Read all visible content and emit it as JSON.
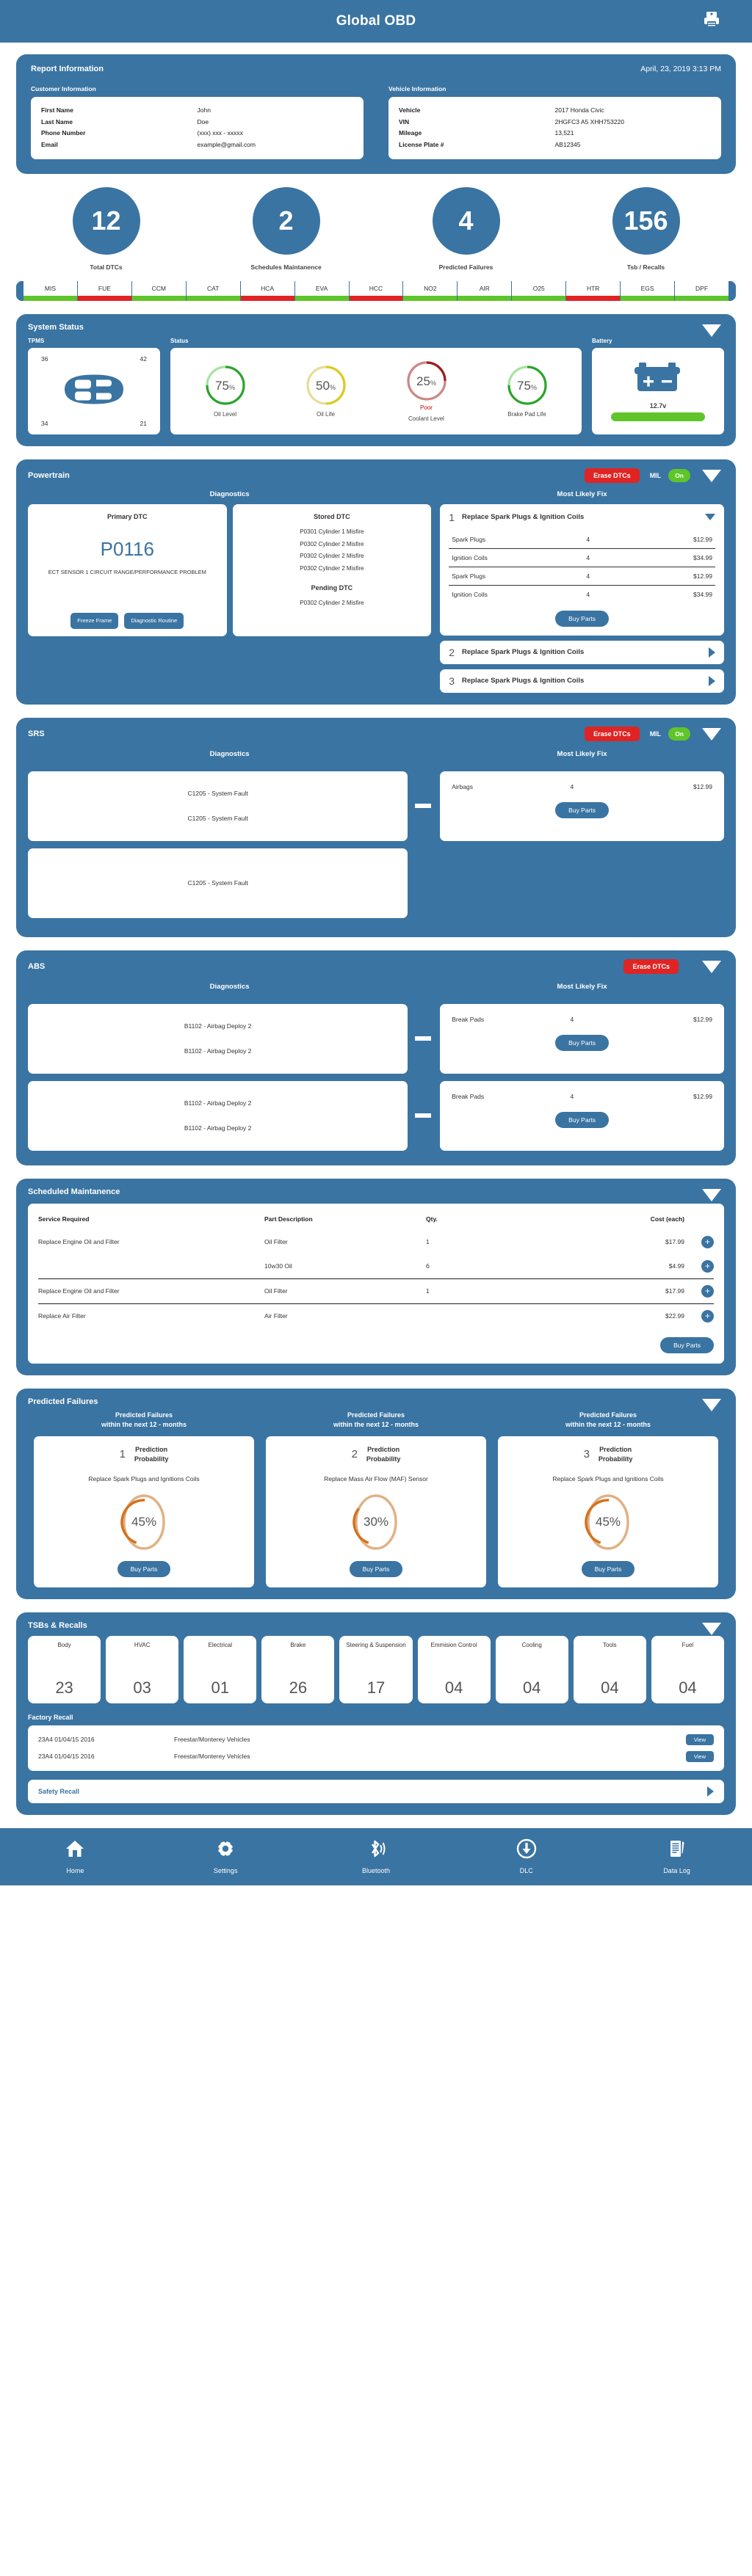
{
  "topbar": {
    "title": "Global OBD",
    "printer_icon": "printer-icon"
  },
  "report": {
    "title": "Report Information",
    "datetime": "April, 23, 2019  3:13 PM",
    "customer": {
      "heading": "Customer Information",
      "rows": [
        {
          "label": "First Name",
          "value": "John"
        },
        {
          "label": "Last Name",
          "value": "Doe"
        },
        {
          "label": "Phone Number",
          "value": "(xxx) xxx - xxxxx"
        },
        {
          "label": "Email",
          "value": "example@gmail.com"
        }
      ]
    },
    "vehicle": {
      "heading": "Vehicle Information",
      "rows": [
        {
          "label": "Vehicle",
          "value": "2017 Honda Civic"
        },
        {
          "label": "VIN",
          "value": "2HGFC3 A5 XHH753220"
        },
        {
          "label": "Mileage",
          "value": "13,521"
        },
        {
          "label": "License Plate #",
          "value": "AB12345"
        }
      ]
    }
  },
  "stats": [
    {
      "value": "12",
      "label": "Total DTCs"
    },
    {
      "value": "2",
      "label": "Schedules Maintanence"
    },
    {
      "value": "4",
      "label": "Predicted Failures"
    },
    {
      "value": "156",
      "label": "Tsb / Recalls"
    }
  ],
  "monitors": [
    {
      "name": "MIS",
      "status": "green"
    },
    {
      "name": "FUE",
      "status": "red"
    },
    {
      "name": "CCM",
      "status": "green"
    },
    {
      "name": "CAT",
      "status": "green"
    },
    {
      "name": "HCA",
      "status": "red"
    },
    {
      "name": "EVA",
      "status": "green"
    },
    {
      "name": "HCC",
      "status": "red"
    },
    {
      "name": "NO2",
      "status": "green"
    },
    {
      "name": "AIR",
      "status": "green"
    },
    {
      "name": "O25",
      "status": "green"
    },
    {
      "name": "HTR",
      "status": "red"
    },
    {
      "name": "EGS",
      "status": "green"
    },
    {
      "name": "DPF",
      "status": "green"
    }
  ],
  "colors": {
    "brand": "#3a74a2",
    "green": "#5fc52a",
    "red": "#e02424",
    "accent_orange": "#d4711f"
  },
  "system_status": {
    "title": "System Status",
    "tpms": {
      "heading": "TPMS",
      "front_left": "36",
      "front_right": "42",
      "rear_left": "34",
      "rear_right": "21"
    },
    "status": {
      "heading": "Status",
      "gauges": [
        {
          "value": 75,
          "display": "75",
          "unit": "%",
          "label": "Oil Level",
          "color": "#2ea32e",
          "track": "#a8e3a0",
          "note": ""
        },
        {
          "value": 50,
          "display": "50",
          "unit": "%",
          "label": "Oil Life",
          "color": "#dccb1e",
          "track": "#e5dd9a",
          "note": ""
        },
        {
          "value": 25,
          "display": "25",
          "unit": "%",
          "label": "Coolant Level",
          "color": "#a01c1c",
          "track": "#cf8585",
          "note": "Poor"
        },
        {
          "value": 75,
          "display": "75",
          "unit": "%",
          "label": "Brake Pad Life",
          "color": "#2ea32e",
          "track": "#a8e3a0",
          "note": ""
        }
      ]
    },
    "battery": {
      "heading": "Battery",
      "voltage": "12.7v",
      "icon": "battery-icon"
    }
  },
  "powertrain": {
    "title": "Powertrain",
    "erase_label": "Erase DTCs",
    "mil_label": "MIL",
    "mil_state": "On",
    "diagnostics_label": "Diagnostics",
    "fix_label": "Most Likely Fix",
    "primary": {
      "heading": "Primary DTC",
      "code": "P0116",
      "description": "ECT SENSOR 1 CIRCUIT RANGE/PERFORMANCE PROBLEM",
      "freeze_label": "Freeze Frame",
      "routine_label": "Diagnostic Routine"
    },
    "stored": {
      "heading": "Stored DTC",
      "items": [
        "P0301 Cylinder 1 Misfire",
        "P0302 Cylinder 2 Misfire",
        "P0302 Cylinder 2 Misfire",
        "P0302 Cylinder 2 Misfire"
      ]
    },
    "pending": {
      "heading": "Pending DTC",
      "items": [
        "P0302 Cylinder 2 Misfire"
      ]
    },
    "fixes": [
      {
        "num": "1",
        "name": "Replace Spark Plugs & Ignition Coils",
        "expanded": true,
        "buy_label": "Buy Parts",
        "parts": [
          {
            "part": "Spark Plugs",
            "qty": "4",
            "price": "$12.99"
          },
          {
            "part": "Ignition Coils",
            "qty": "4",
            "price": "$34.99"
          },
          {
            "part": "Spark Plugs",
            "qty": "4",
            "price": "$12.99"
          },
          {
            "part": "Ignition Coils",
            "qty": "4",
            "price": "$34.99"
          }
        ]
      },
      {
        "num": "2",
        "name": "Replace Spark Plugs & Ignition Coils",
        "expanded": false
      },
      {
        "num": "3",
        "name": "Replace Spark Plugs & Ignition Coils",
        "expanded": false
      }
    ]
  },
  "srs": {
    "title": "SRS",
    "erase_label": "Erase DTCs",
    "mil_label": "MIL",
    "mil_state": "On",
    "diagnostics_label": "Diagnostics",
    "fix_label": "Most Likely Fix",
    "groups": [
      {
        "codes": [
          "C1205 - System Fault",
          "C1205 - System Fault"
        ],
        "fix": {
          "part": "Airbags",
          "qty": "4",
          "price": "$12.99",
          "buy_label": "Buy Parts"
        }
      },
      {
        "codes": [
          "C1205 - System Fault"
        ],
        "fix": null
      }
    ]
  },
  "abs": {
    "title": "ABS",
    "erase_label": "Erase DTCs",
    "diagnostics_label": "Diagnostics",
    "fix_label": "Most Likely Fix",
    "groups": [
      {
        "codes": [
          "B1102 - Airbag Deploy 2",
          "B1102 - Airbag Deploy 2"
        ],
        "fix": {
          "part": "Break Pads",
          "qty": "4",
          "price": "$12.99",
          "buy_label": "Buy Parts"
        }
      },
      {
        "codes": [
          "B1102 - Airbag Deploy 2",
          "B1102 - Airbag Deploy 2"
        ],
        "fix": {
          "part": "Break Pads",
          "qty": "4",
          "price": "$12.99",
          "buy_label": "Buy Parts"
        }
      }
    ]
  },
  "maintenance": {
    "title": "Scheduled Maintanence",
    "headers": [
      "Service Required",
      "Part Description",
      "Qty.",
      "Cost (each)"
    ],
    "buy_label": "Buy Parts",
    "rows": [
      {
        "service": "Replace Engine Oil and Filter",
        "part": "Oil Filter",
        "qty": "1",
        "cost": "$17.99",
        "divider": false
      },
      {
        "service": "",
        "part": "10w30 Oil",
        "qty": "6",
        "cost": "$4.99",
        "divider": false
      },
      {
        "service": "Replace Engine Oil and Filter",
        "part": "Oil Filter",
        "qty": "1",
        "cost": "$17.99",
        "divider": true
      },
      {
        "service": "Replace Air Filter",
        "part": "Air Filter",
        "qty": "",
        "cost": "$22.99",
        "divider": true
      }
    ]
  },
  "predicted": {
    "title": "Predicted Failures",
    "cards": [
      {
        "heading_l1": "Predicted Failures",
        "heading_l2": "within the next 12 - months",
        "num": "1",
        "pp_l1": "Prediction",
        "pp_l2": "Probability",
        "desc": "Replace Spark Plugs and Ignitions Coils",
        "percent": 45,
        "percent_text": "45%",
        "buy_label": "Buy Parts"
      },
      {
        "heading_l1": "Predicted Failures",
        "heading_l2": "within the next 12 - months",
        "num": "2",
        "pp_l1": "Prediction",
        "pp_l2": "Probability",
        "desc": "Replace Mass Air Flow (MAF) Sensor",
        "percent": 30,
        "percent_text": "30%",
        "buy_label": "Buy Parts"
      },
      {
        "heading_l1": "Predicted Failures",
        "heading_l2": "within the next 12 - months",
        "num": "3",
        "pp_l1": "Prediction",
        "pp_l2": "Probability",
        "desc": "Replace Spark Plugs and Ignitions Coils",
        "percent": 45,
        "percent_text": "45%",
        "buy_label": "Buy Parts"
      }
    ]
  },
  "tsbs": {
    "title": "TSBs & Recalls",
    "categories": [
      {
        "name": "Body",
        "count": "23"
      },
      {
        "name": "HVAC",
        "count": "03"
      },
      {
        "name": "Electrical",
        "count": "01"
      },
      {
        "name": "Brake",
        "count": "26"
      },
      {
        "name": "Steering & Suspension",
        "count": "17"
      },
      {
        "name": "Emmision Control",
        "count": "04"
      },
      {
        "name": "Cooling",
        "count": "04"
      },
      {
        "name": "Tools",
        "count": "04"
      },
      {
        "name": "Fuel",
        "count": "04"
      }
    ],
    "factory_recall_heading": "Factory Recall",
    "recalls": [
      {
        "id": "23A4 01/04/15   2016",
        "desc": "Freestar/Monterey Vehicles",
        "view_label": "View"
      },
      {
        "id": "23A4 01/04/15   2016",
        "desc": "Freestar/Monterey Vehicles",
        "view_label": "View"
      }
    ],
    "safety_recall_label": "Safety Recall"
  },
  "bottom_nav": [
    {
      "label": "Home",
      "icon": "home-icon"
    },
    {
      "label": "Settings",
      "icon": "gear-icon"
    },
    {
      "label": "Bluetooth",
      "icon": "bluetooth-icon"
    },
    {
      "label": "DLC",
      "icon": "download-circle-icon"
    },
    {
      "label": "Data Log",
      "icon": "data-log-icon"
    }
  ]
}
